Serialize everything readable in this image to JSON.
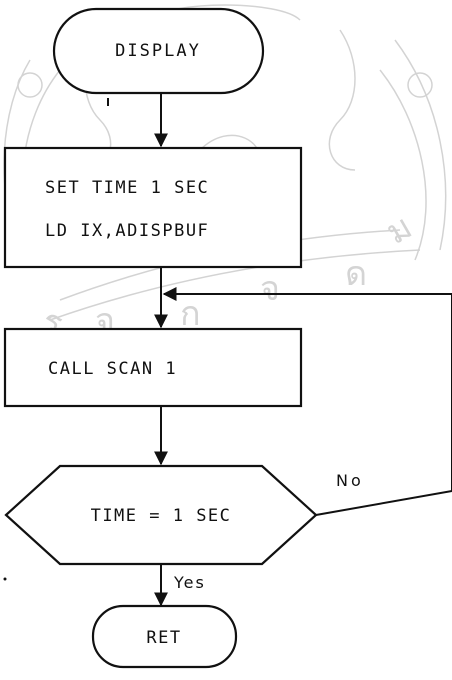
{
  "flowchart": {
    "start_label": "DISPLAY",
    "process1_line1": "SET TIME 1 SEC",
    "process1_line2": "LD IX,ADISPBUF",
    "process2_label": "CALL SCAN 1",
    "decision_label": "TIME = 1 SEC",
    "no_label": "No",
    "yes_label": "Yes",
    "end_label": "RET"
  },
  "colors": {
    "ink": "#111111",
    "watermark": "#cfcfcf",
    "background": "#ffffff"
  },
  "watermark": {
    "description_icon": "university-seal-watermark"
  }
}
